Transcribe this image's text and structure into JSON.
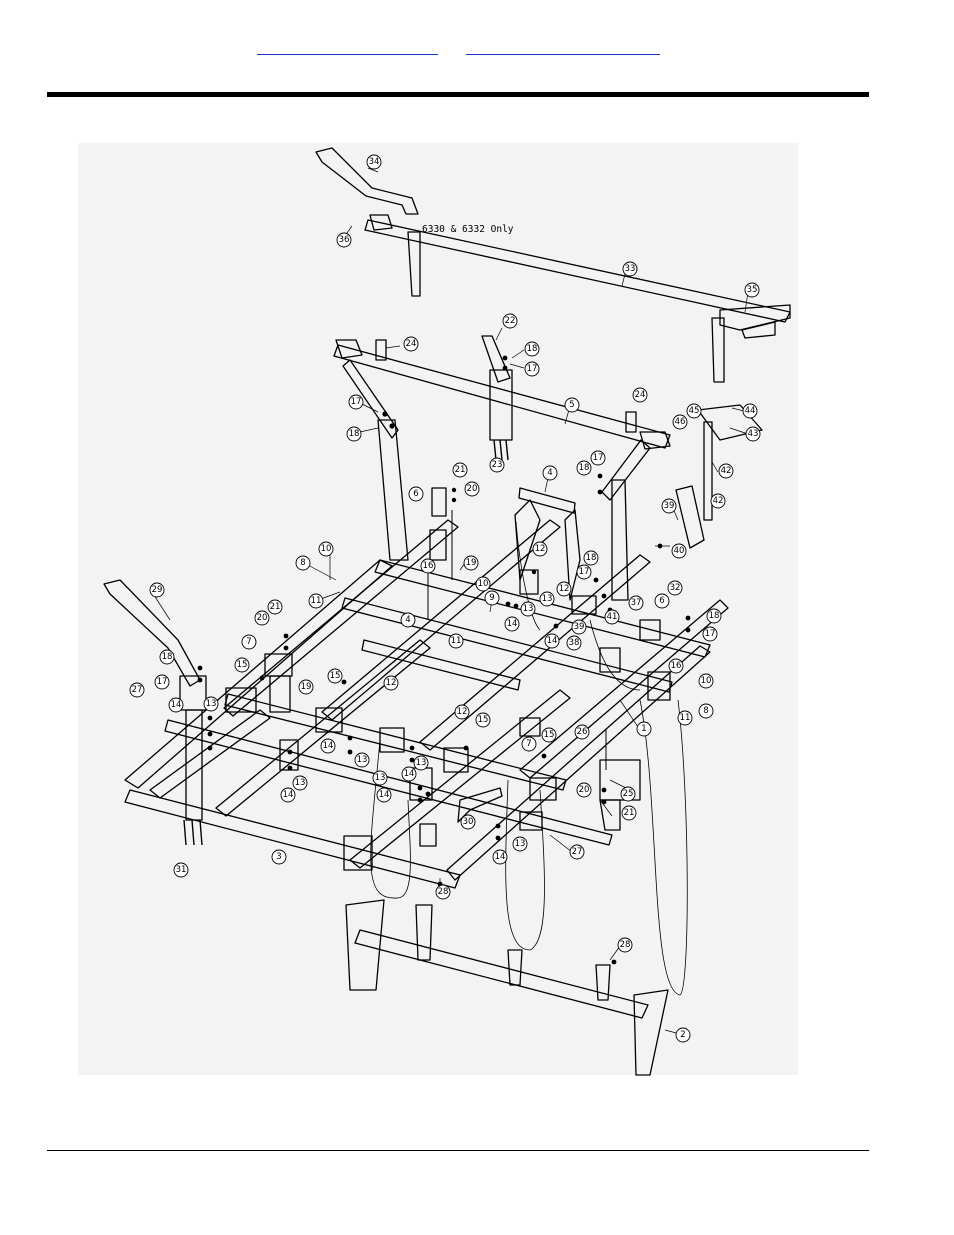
{
  "header": {
    "link_1": "",
    "link_2": ""
  },
  "diagram": {
    "note": "6330 & 6332 Only",
    "callouts": [
      "1",
      "2",
      "3",
      "4",
      "5",
      "6",
      "7",
      "8",
      "9",
      "10",
      "11",
      "12",
      "13",
      "14",
      "15",
      "16",
      "17",
      "18",
      "19",
      "20",
      "21",
      "22",
      "23",
      "24",
      "25",
      "26",
      "27",
      "28",
      "29",
      "30",
      "31",
      "32",
      "33",
      "34",
      "35",
      "36",
      "37",
      "38",
      "39",
      "40",
      "41",
      "42",
      "43",
      "44",
      "45",
      "46"
    ]
  }
}
